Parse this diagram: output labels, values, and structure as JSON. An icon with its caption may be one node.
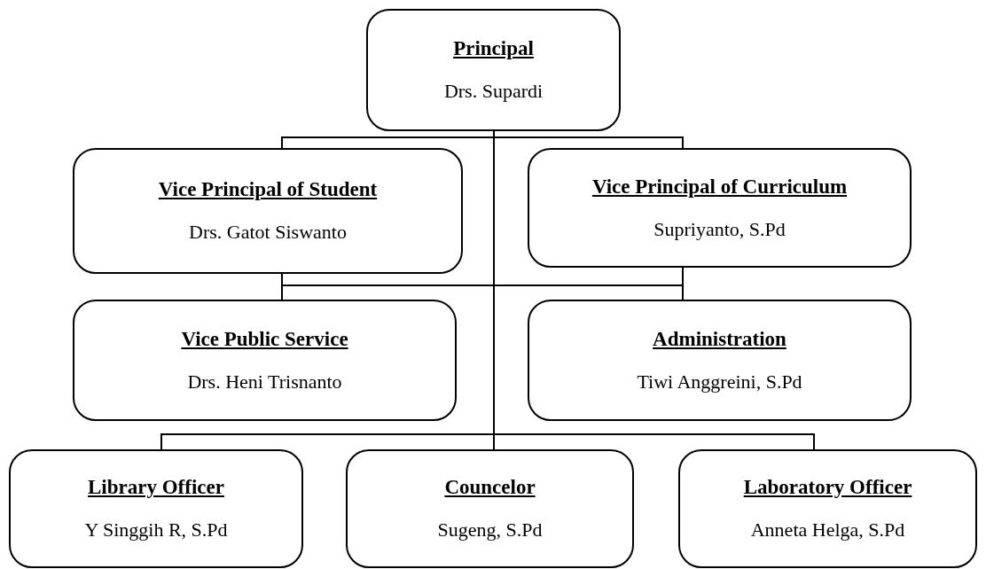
{
  "diagram": {
    "nodes": [
      {
        "text": [
          "Principal",
          "Drs. Supardi"
        ]
      },
      {
        "text": [
          "Vice Principal of Student",
          "Drs. Gatot Siswanto"
        ]
      },
      {
        "text": [
          "Vice Principal of Curriculum",
          "Supriyanto, S.Pd"
        ]
      },
      {
        "text": [
          "Vice Public Service",
          "Drs. Heni Trisnanto"
        ]
      },
      {
        "text": [
          "Administration",
          "Tiwi Anggreini, S.Pd"
        ]
      },
      {
        "text": [
          "Library Officer",
          "Y Singgih R, S.Pd"
        ]
      },
      {
        "text": [
          "Councelor",
          "Sugeng, S.Pd"
        ]
      },
      {
        "text": [
          "Laboratory Officer",
          "Anneta Helga, S.Pd"
        ]
      }
    ],
    "edges": [
      {
        "from": 0,
        "to": 1,
        "arrow": "none"
      },
      {
        "from": 0,
        "to": 2,
        "arrow": "none"
      },
      {
        "from": 1,
        "to": 3,
        "arrow": "none"
      },
      {
        "from": 2,
        "to": 4,
        "arrow": "none"
      },
      {
        "from": 0,
        "to": 3,
        "arrow": "none"
      },
      {
        "from": 0,
        "to": 4,
        "arrow": "none"
      },
      {
        "from": 0,
        "to": 5,
        "arrow": "none"
      },
      {
        "from": 0,
        "to": 6,
        "arrow": "none"
      },
      {
        "from": 0,
        "to": 7,
        "arrow": "none"
      }
    ]
  }
}
